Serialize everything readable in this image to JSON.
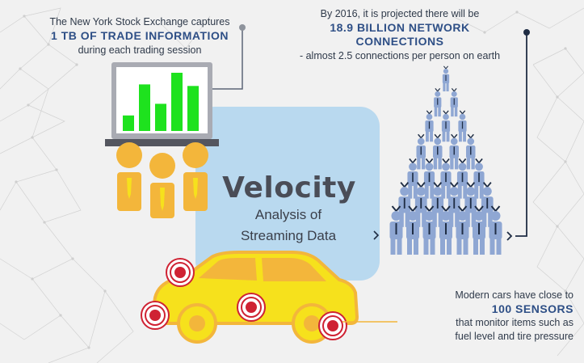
{
  "nyse": {
    "line1": "The New York Stock Exchange captures",
    "highlight": "1 TB OF TRADE INFORMATION",
    "line3": "during each trading session"
  },
  "network": {
    "line1": "By 2016, it is projected there will be",
    "highlight1": "18.9 BILLION NETWORK",
    "highlight2": "CONNECTIONS",
    "line4": "- almost 2.5 connections per person on earth"
  },
  "center": {
    "title": "Velocity",
    "subtitle_line1": "Analysis of",
    "subtitle_line2": "Streaming Data"
  },
  "cars": {
    "line1": "Modern cars have close to",
    "highlight": "100 SENSORS",
    "line3": "that monitor items such as",
    "line4": "fuel level and tire pressure"
  },
  "monitor_chart": {
    "type": "bar",
    "values": [
      2,
      6,
      3.5,
      7.5,
      5.8
    ],
    "color": "#1ee21e"
  },
  "colors": {
    "accent_blue": "#2e4f86",
    "panel_blue": "#b9d9ef",
    "person_blue": "#8fa7d3",
    "yellow": "#f6e11c",
    "orange": "#f3b63b",
    "sensor_red": "#cf2233",
    "connector": "#1f2d44"
  },
  "pyramid_rows": [
    1,
    2,
    3,
    4,
    5,
    6,
    7
  ]
}
